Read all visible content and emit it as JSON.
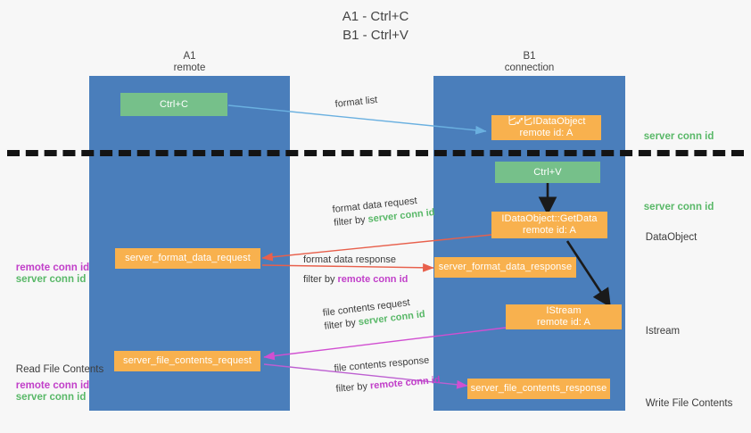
{
  "title": {
    "line1": "A1 - Ctrl+C",
    "line2": "B1 - Ctrl+V"
  },
  "lanes": [
    {
      "id": "a1",
      "name": "A1",
      "subtitle": "remote"
    },
    {
      "id": "b1",
      "name": "B1",
      "subtitle": "connection"
    }
  ],
  "boxes": {
    "ctrl_c": {
      "label": "Ctrl+C"
    },
    "data_object_remote": {
      "line1": "匕⑇匕IDataObject",
      "line2": "remote id: A"
    },
    "ctrl_v": {
      "label": "Ctrl+V"
    },
    "get_data": {
      "line1": "IDataObject::GetData",
      "line2": "remote id: A"
    },
    "format_data_request": {
      "label": "server_format_data_request"
    },
    "format_data_response": {
      "label": "server_format_data_response"
    },
    "istream": {
      "line1": "IStream",
      "line2": "remote id: A"
    },
    "file_contents_request": {
      "label": "server_file_contents_request"
    },
    "file_contents_response": {
      "label": "server_file_contents_response"
    }
  },
  "arrow_labels": {
    "format_list": "format list",
    "format_data_request_title": "format data request",
    "format_data_request_filter_prefix": "filter by ",
    "format_data_request_filter_value": "server conn id",
    "format_data_response_title": "format data response",
    "format_data_response_filter_prefix": "filter by ",
    "format_data_response_filter_value": "remote conn id",
    "file_contents_request_title": "file contents request",
    "file_contents_request_filter_prefix": "filter by ",
    "file_contents_request_filter_value": "server conn id",
    "file_contents_response_title": "file contents response",
    "file_contents_response_filter_prefix": "filter by ",
    "file_contents_response_filter_value": "remote conn id"
  },
  "left_labels": {
    "conn_remote_1": "remote conn id",
    "conn_server_1": "server conn id",
    "read_file_contents": "Read File Contents",
    "conn_remote_2": "remote conn id",
    "conn_server_2": "server conn id"
  },
  "right_labels": {
    "server_conn_1": "server conn id",
    "server_conn_2": "server conn id",
    "data_object": "DataObject",
    "istream": "Istream",
    "write_file_contents": "Write File Contents"
  },
  "colors": {
    "lane": "#4a7ebb",
    "green_box": "#76c08a",
    "orange_box": "#f8b14e",
    "green_text": "#59b868",
    "magenta_text": "#c13fc9",
    "arrow_blue": "#6ab0e0",
    "arrow_red": "#e8604c",
    "arrow_magenta": "#d14fd1",
    "arrow_dark": "#1a1a1a"
  }
}
